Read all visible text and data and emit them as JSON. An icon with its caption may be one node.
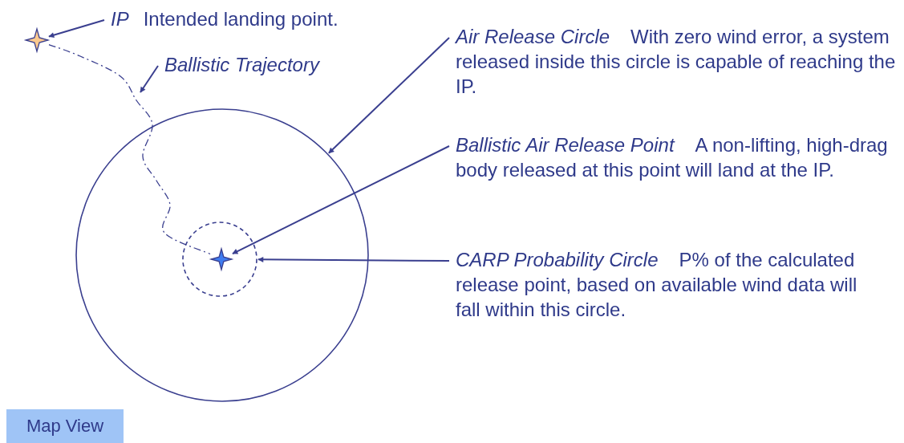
{
  "diagram": {
    "nodes": [
      {
        "text": [],
        "shape": "star"
      },
      {
        "text": [
          "IP",
          "Intended landing point."
        ]
      },
      {
        "text": [
          "Ballistic Trajectory"
        ]
      },
      {
        "text": [
          "Air Release Circle",
          "With zero wind error, a system released inside this circle is capable of reaching the IP."
        ]
      },
      {
        "text": [],
        "shape": "circle"
      },
      {
        "text": [],
        "shape": "circle",
        "in": 4
      },
      {
        "text": [],
        "shape": "star",
        "in": 5
      },
      {
        "text": [
          "Ballistic Air Release Point",
          "A non-lifting, high-drag body released at this point will land at the IP."
        ]
      },
      {
        "text": [
          "CARP Probability Circle",
          "P% of the calculated release point, based on available wind data will fall within this circle."
        ]
      },
      {
        "text": [
          "Map View"
        ]
      }
    ],
    "edges": [
      {
        "from": 1,
        "to": 0,
        "arrow": "to"
      },
      {
        "from": 2,
        "to": null,
        "arrow": "to"
      },
      {
        "from": 3,
        "to": 4,
        "arrow": "to"
      },
      {
        "from": 7,
        "to": 6,
        "arrow": "to"
      },
      {
        "from": 8,
        "to": 5,
        "arrow": "to"
      },
      {
        "from": 0,
        "to": 6,
        "arrow": "none",
        "style": "dashed"
      }
    ]
  }
}
